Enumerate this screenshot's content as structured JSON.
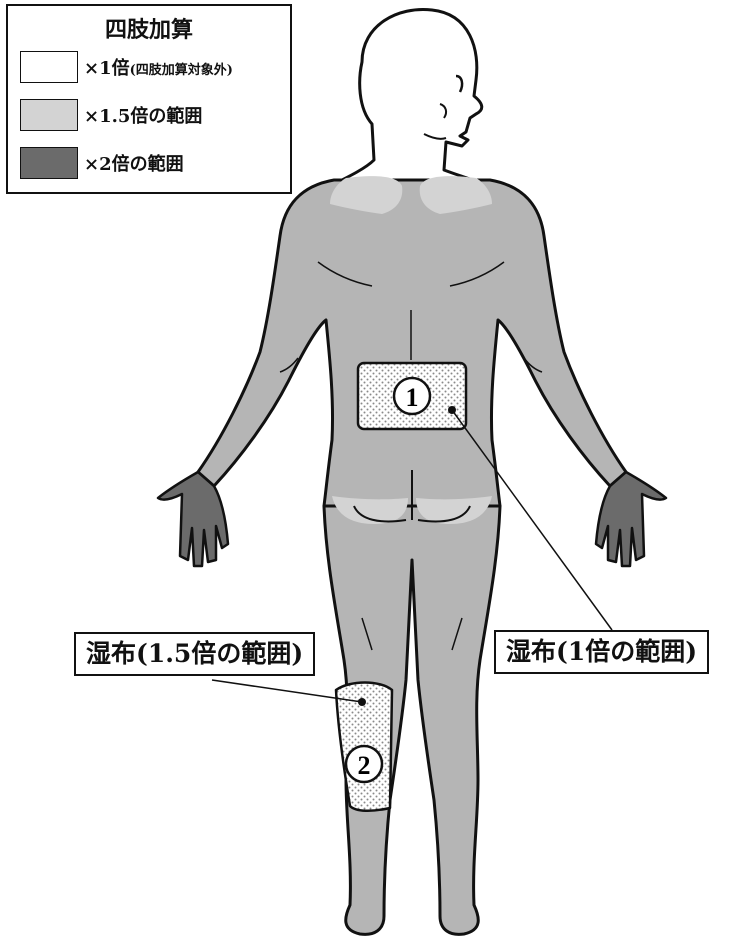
{
  "legend": {
    "title": "四肢加算",
    "items": [
      {
        "label": "×1倍",
        "note": "(四肢加算対象外)",
        "color": "#ffffff"
      },
      {
        "label": "×1.5倍の範囲",
        "note": "",
        "color": "#d3d3d3"
      },
      {
        "label": "×2倍の範囲",
        "note": "",
        "color": "#6b6b6b"
      }
    ]
  },
  "colors": {
    "body_fill": "#b5b5b5",
    "light_area": "#d3d3d3",
    "hand_fill": "#6b6b6b",
    "outline": "#111111",
    "patch_dot": "#8a8a8a"
  },
  "patches": [
    {
      "number": "1",
      "label": "湿布(1倍の範囲)"
    },
    {
      "number": "2",
      "label": "湿布(1.5倍の範囲)"
    }
  ]
}
